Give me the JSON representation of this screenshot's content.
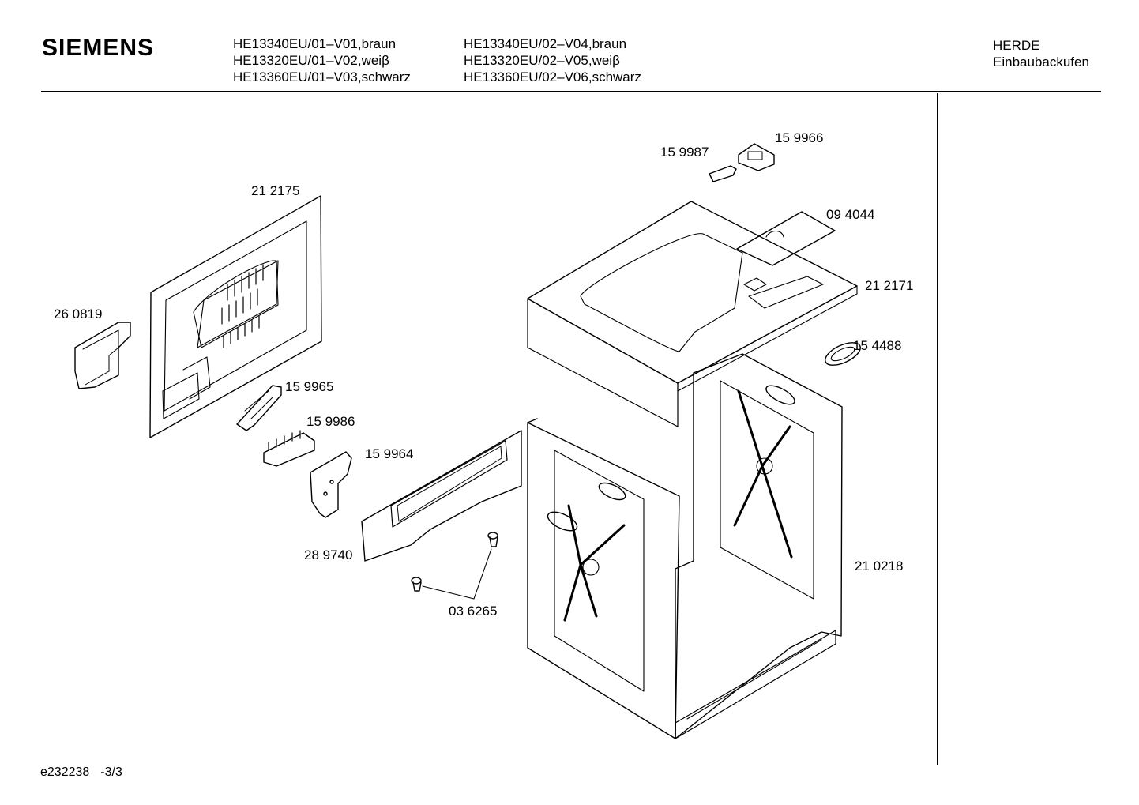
{
  "header": {
    "brand": "SIEMENS",
    "models_left": [
      "HE13340EU/01–V01,braun",
      "HE13320EU/01–V02,weiβ",
      "HE13360EU/01–V03,schwarz"
    ],
    "models_right": [
      "HE13340EU/02–V04,braun",
      "HE13320EU/02–V05,weiβ",
      "HE13360EU/02–V06,schwarz"
    ],
    "category_line1": "HERDE",
    "category_line2": "Einbaubackufen"
  },
  "parts": {
    "p212175": "21 2175",
    "p260819": "26 0819",
    "p159965": "15 9965",
    "p159986": "15 9986",
    "p159964": "15 9964",
    "p289740": "28 9740",
    "p036265": "03 6265",
    "p159987": "15 9987",
    "p159966": "15 9966",
    "p094044": "09 4044",
    "p212171": "21 2171",
    "p154488": "15 4488",
    "p210218": "21 0218"
  },
  "footer": {
    "doc_id": "e232238",
    "page": "-3/3"
  }
}
